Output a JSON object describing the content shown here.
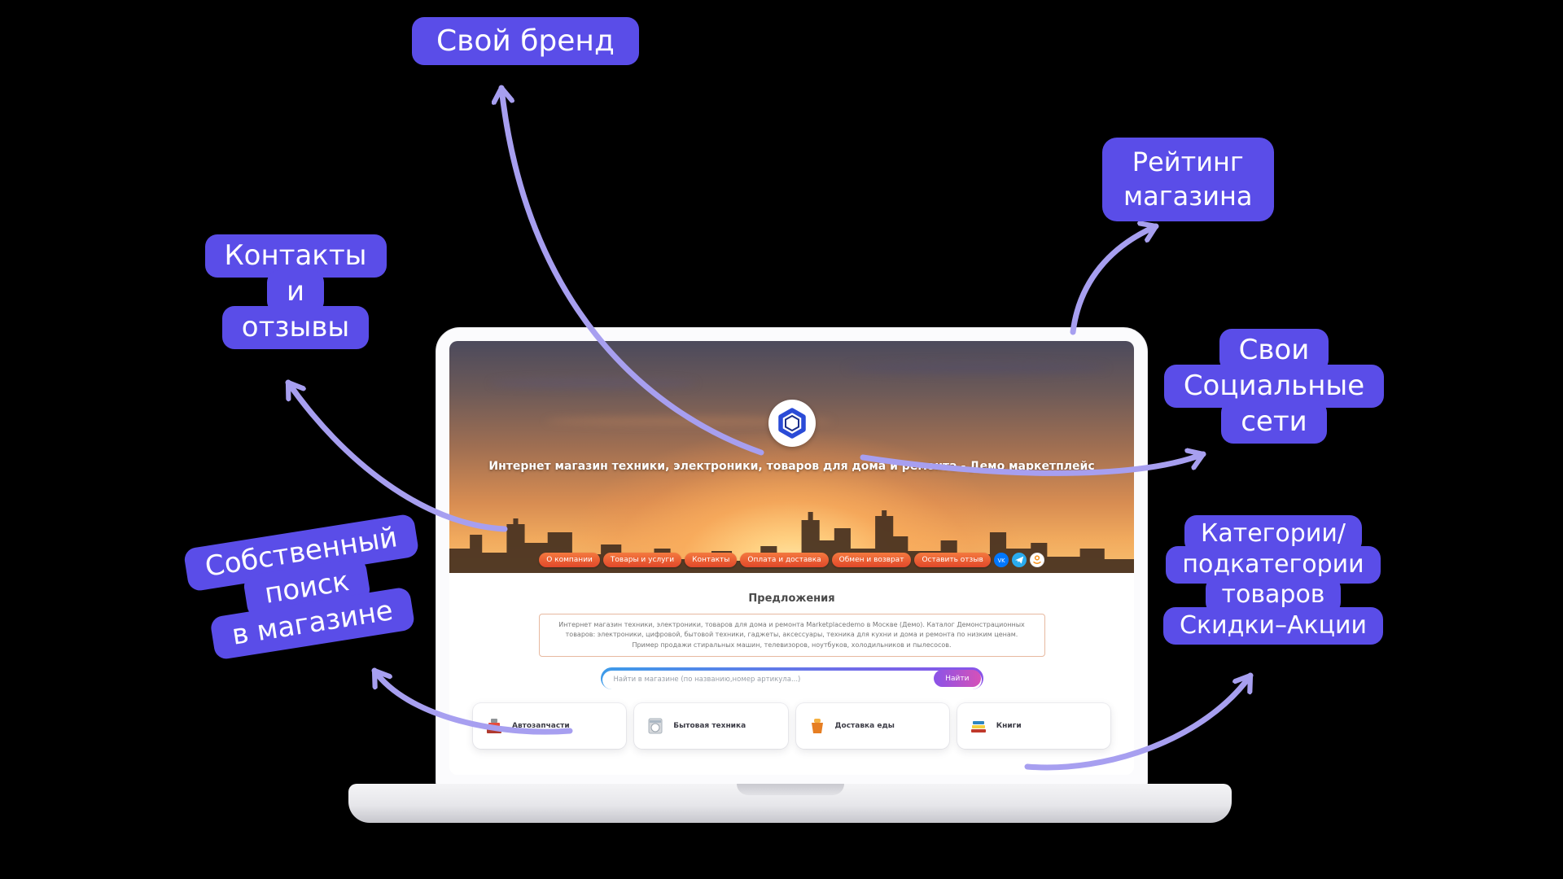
{
  "callouts": {
    "brand": {
      "lines": [
        "Свой бренд"
      ]
    },
    "contacts": {
      "lines": [
        "Контакты",
        "и",
        "отзывы"
      ]
    },
    "own_search": {
      "lines": [
        "Собственный",
        "поиск",
        "в магазине"
      ]
    },
    "rating": {
      "lines": [
        "Рейтинг",
        "магазина"
      ]
    },
    "social": {
      "lines": [
        "Свои",
        "Социальные",
        "сети"
      ]
    },
    "categories": {
      "lines": [
        "Категории/",
        "подкатегории",
        "товаров",
        "Скидки–Акции"
      ]
    }
  },
  "site": {
    "title": "Интернет магазин техники, электроники, товаров для дома и ремонта - Демо маркетплейс",
    "nav": [
      "О компании",
      "Товары и услуги",
      "Контакты",
      "Оплата и доставка",
      "Обмен и возврат",
      "Оставить отзыв"
    ],
    "section_title": "Предложения",
    "description": "Интернет магазин техники, электроники, товаров для дома и ремонта Marketplacedemo в Москве (Демо). Каталог Демонстрационных товаров: электроники, цифровой, бытовой техники, гаджеты, аксессуары, техника для кухни и дома и ремонта по низким ценам. Пример продажи стиральных машин, телевизоров, ноутбуков, холодильников и пылесосов.",
    "search_placeholder": "Найти в магазине (по названию,номер артикула...)",
    "search_button": "Найти",
    "categories": [
      {
        "label": "Автозапчасти"
      },
      {
        "label": "Бытовая техника"
      },
      {
        "label": "Доставка еды"
      },
      {
        "label": "Книги"
      }
    ]
  },
  "icons": {
    "logo": "hexagon-logo-icon",
    "social": [
      "vk-icon",
      "telegram-icon",
      "ok-icon"
    ]
  },
  "colors": {
    "callout_bg": "#5a4de8",
    "arrow": "#a79ff0",
    "nav_pill": "#e85c30",
    "search_button_gradient": [
      "#8a53e8",
      "#d651b8"
    ]
  }
}
